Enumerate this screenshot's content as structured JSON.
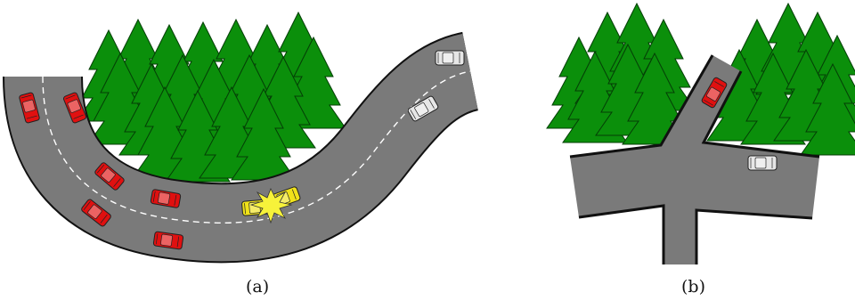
{
  "panels": [
    {
      "id": "a",
      "caption": "(a)"
    },
    {
      "id": "b",
      "caption": "(b)"
    }
  ],
  "colors": {
    "road": "#7a7a7a",
    "road_edge": "#111111",
    "lane_marking": "#ffffff",
    "tree_fill": "#0b8f0b",
    "tree_dark": "#06700a",
    "tree_trunk": "#8a1616",
    "car_red": "#e01010",
    "car_white": "#e6e6e6",
    "car_yellow": "#f0e21a",
    "crash_burst": "#f7f23a"
  },
  "icons": {
    "tree": "pine-tree-icon",
    "car": "car-icon",
    "crash": "collision-burst-icon"
  }
}
